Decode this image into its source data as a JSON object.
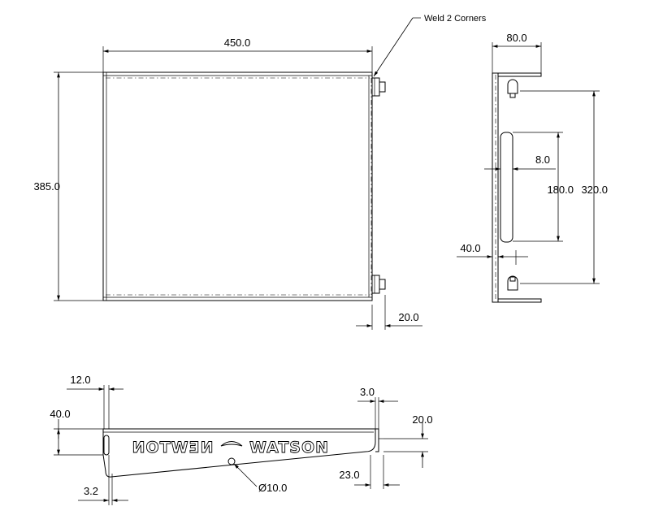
{
  "dimensions": {
    "top_width": "450.0",
    "top_height": "385.0",
    "top_tab": "20.0",
    "side_width": "80.0",
    "side_slot_width": "8.0",
    "side_slot_length": "180.0",
    "side_hole_spacing": "320.0",
    "side_flange": "40.0",
    "front_flange_width": "12.0",
    "front_height": "40.0",
    "front_thickness": "3.2",
    "front_right_thickness": "3.0",
    "front_right_height": "20.0",
    "front_right_depth": "23.0",
    "hole_diameter": "Ø10.0"
  },
  "notes": {
    "weld": "Weld 2 Corners"
  },
  "logo": {
    "left_text": "NEWTON",
    "right_text": "WATSON"
  }
}
